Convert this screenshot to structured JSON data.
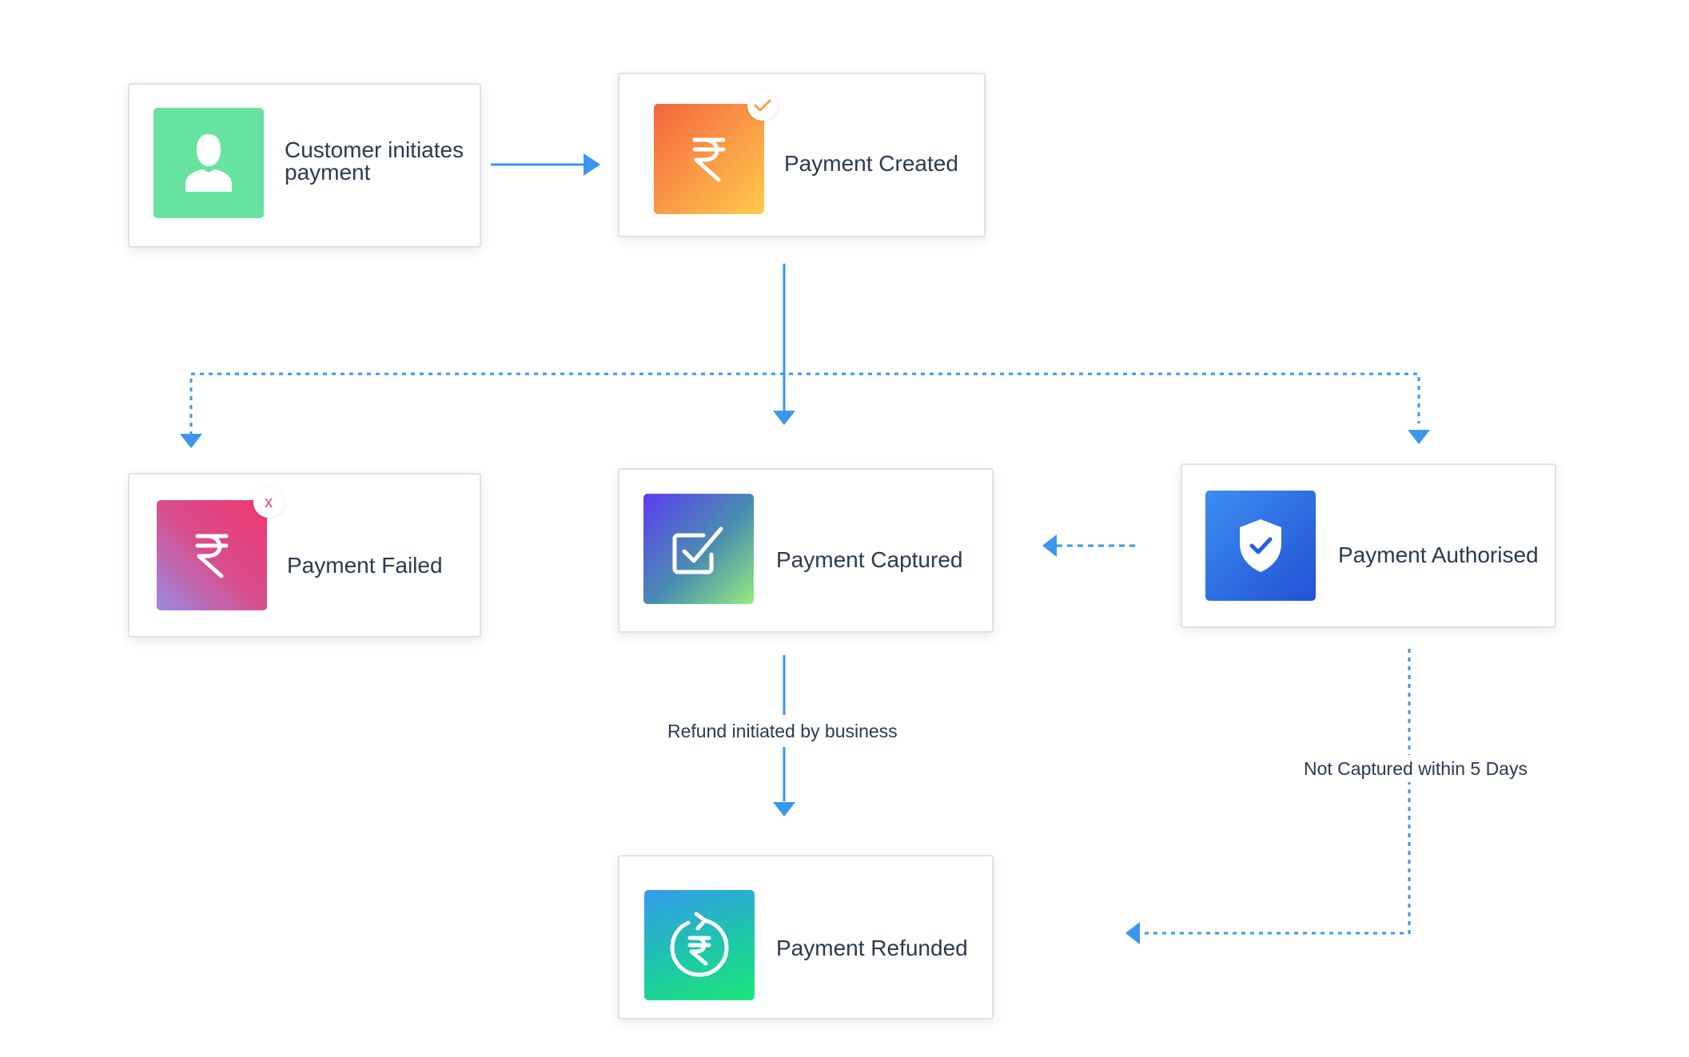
{
  "nodes": {
    "customer": {
      "label": "Customer initiates payment",
      "icon": "user-icon"
    },
    "created": {
      "label": "Payment Created",
      "icon": "rupee-icon",
      "badge": "check-icon"
    },
    "failed": {
      "label": "Payment Failed",
      "icon": "rupee-icon",
      "badge_text": "x"
    },
    "captured": {
      "label": "Payment Captured",
      "icon": "checkbox-icon"
    },
    "authorised": {
      "label": "Payment Authorised",
      "icon": "shield-check-icon"
    },
    "refunded": {
      "label": "Payment Refunded",
      "icon": "refund-rupee-icon"
    }
  },
  "edges": {
    "refund_label": "Refund initiated by business",
    "not_captured_label": "Not Captured within 5 Days"
  },
  "colors": {
    "arrow": "#3a96ee",
    "customer_tile": "#66e39f",
    "created_tile": [
      "#f5653e",
      "#ffcc4d"
    ],
    "failed_tile": [
      "#f0386f",
      "#9b8be0"
    ],
    "captured_tile": [
      "#5b3cf0",
      "#95ec7e"
    ],
    "authorised_tile": [
      "#3b8ef0",
      "#2451d6"
    ],
    "refunded_tile": [
      "#349af0",
      "#1de67a"
    ],
    "badge_check": "#f5a24a",
    "badge_x": "#ec3f6b"
  }
}
